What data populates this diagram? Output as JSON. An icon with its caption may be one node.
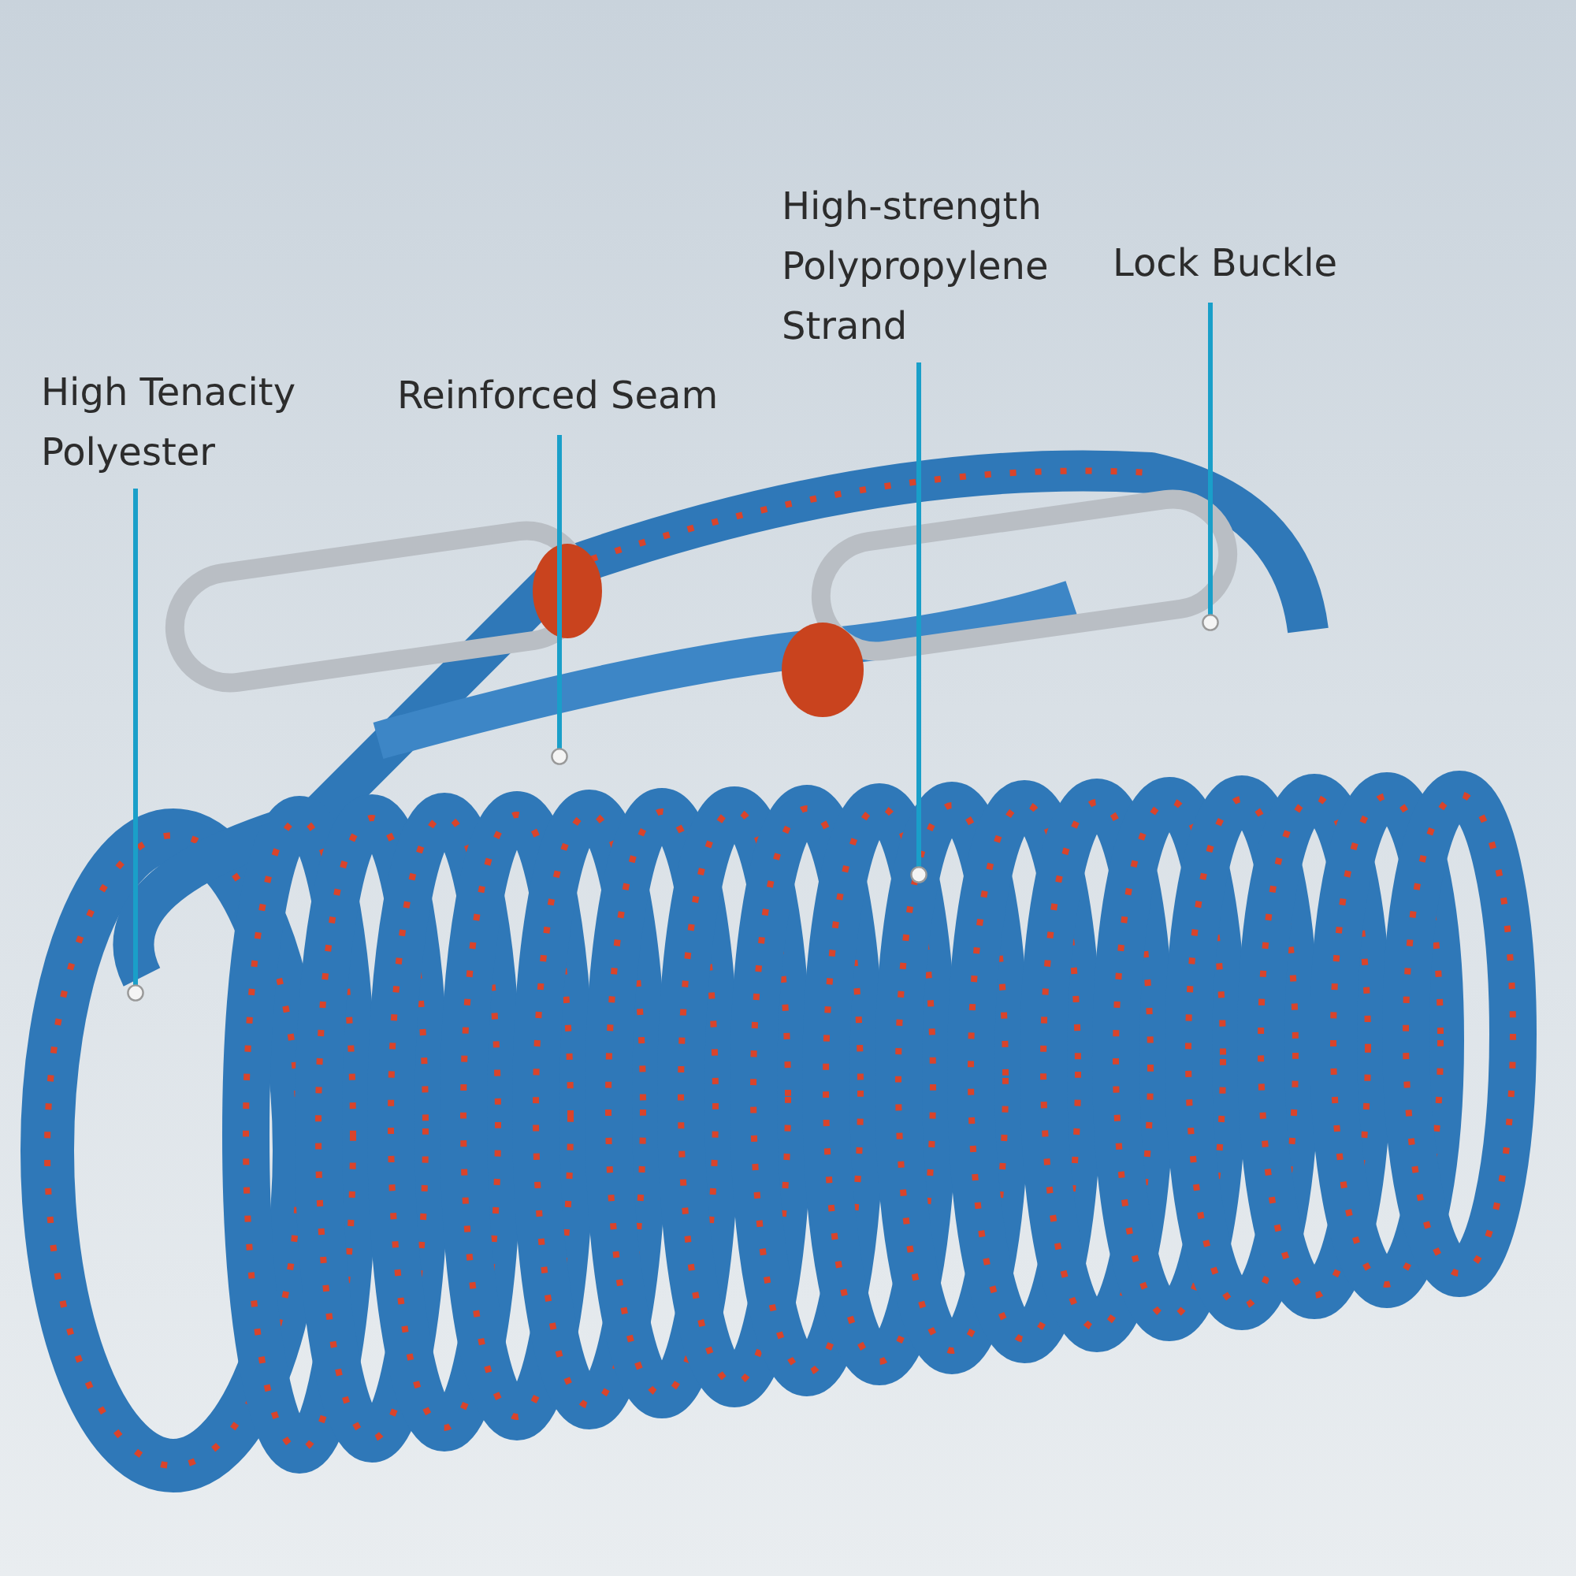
{
  "diagram": {
    "nodes": [
      {
        "text": [
          "High Tenacity Polyester"
        ]
      },
      {
        "text": [
          "Reinforced Seam"
        ]
      },
      {
        "text": [
          "High-strength Polypropylene Strand"
        ]
      },
      {
        "text": [
          "Lock Buckle"
        ]
      }
    ],
    "edges": [
      {
        "from": 0,
        "to": null,
        "arrow": "other"
      },
      {
        "from": 1,
        "to": null,
        "arrow": "other"
      },
      {
        "from": 2,
        "to": null,
        "arrow": "other"
      },
      {
        "from": 3,
        "to": null,
        "arrow": "other"
      }
    ]
  }
}
